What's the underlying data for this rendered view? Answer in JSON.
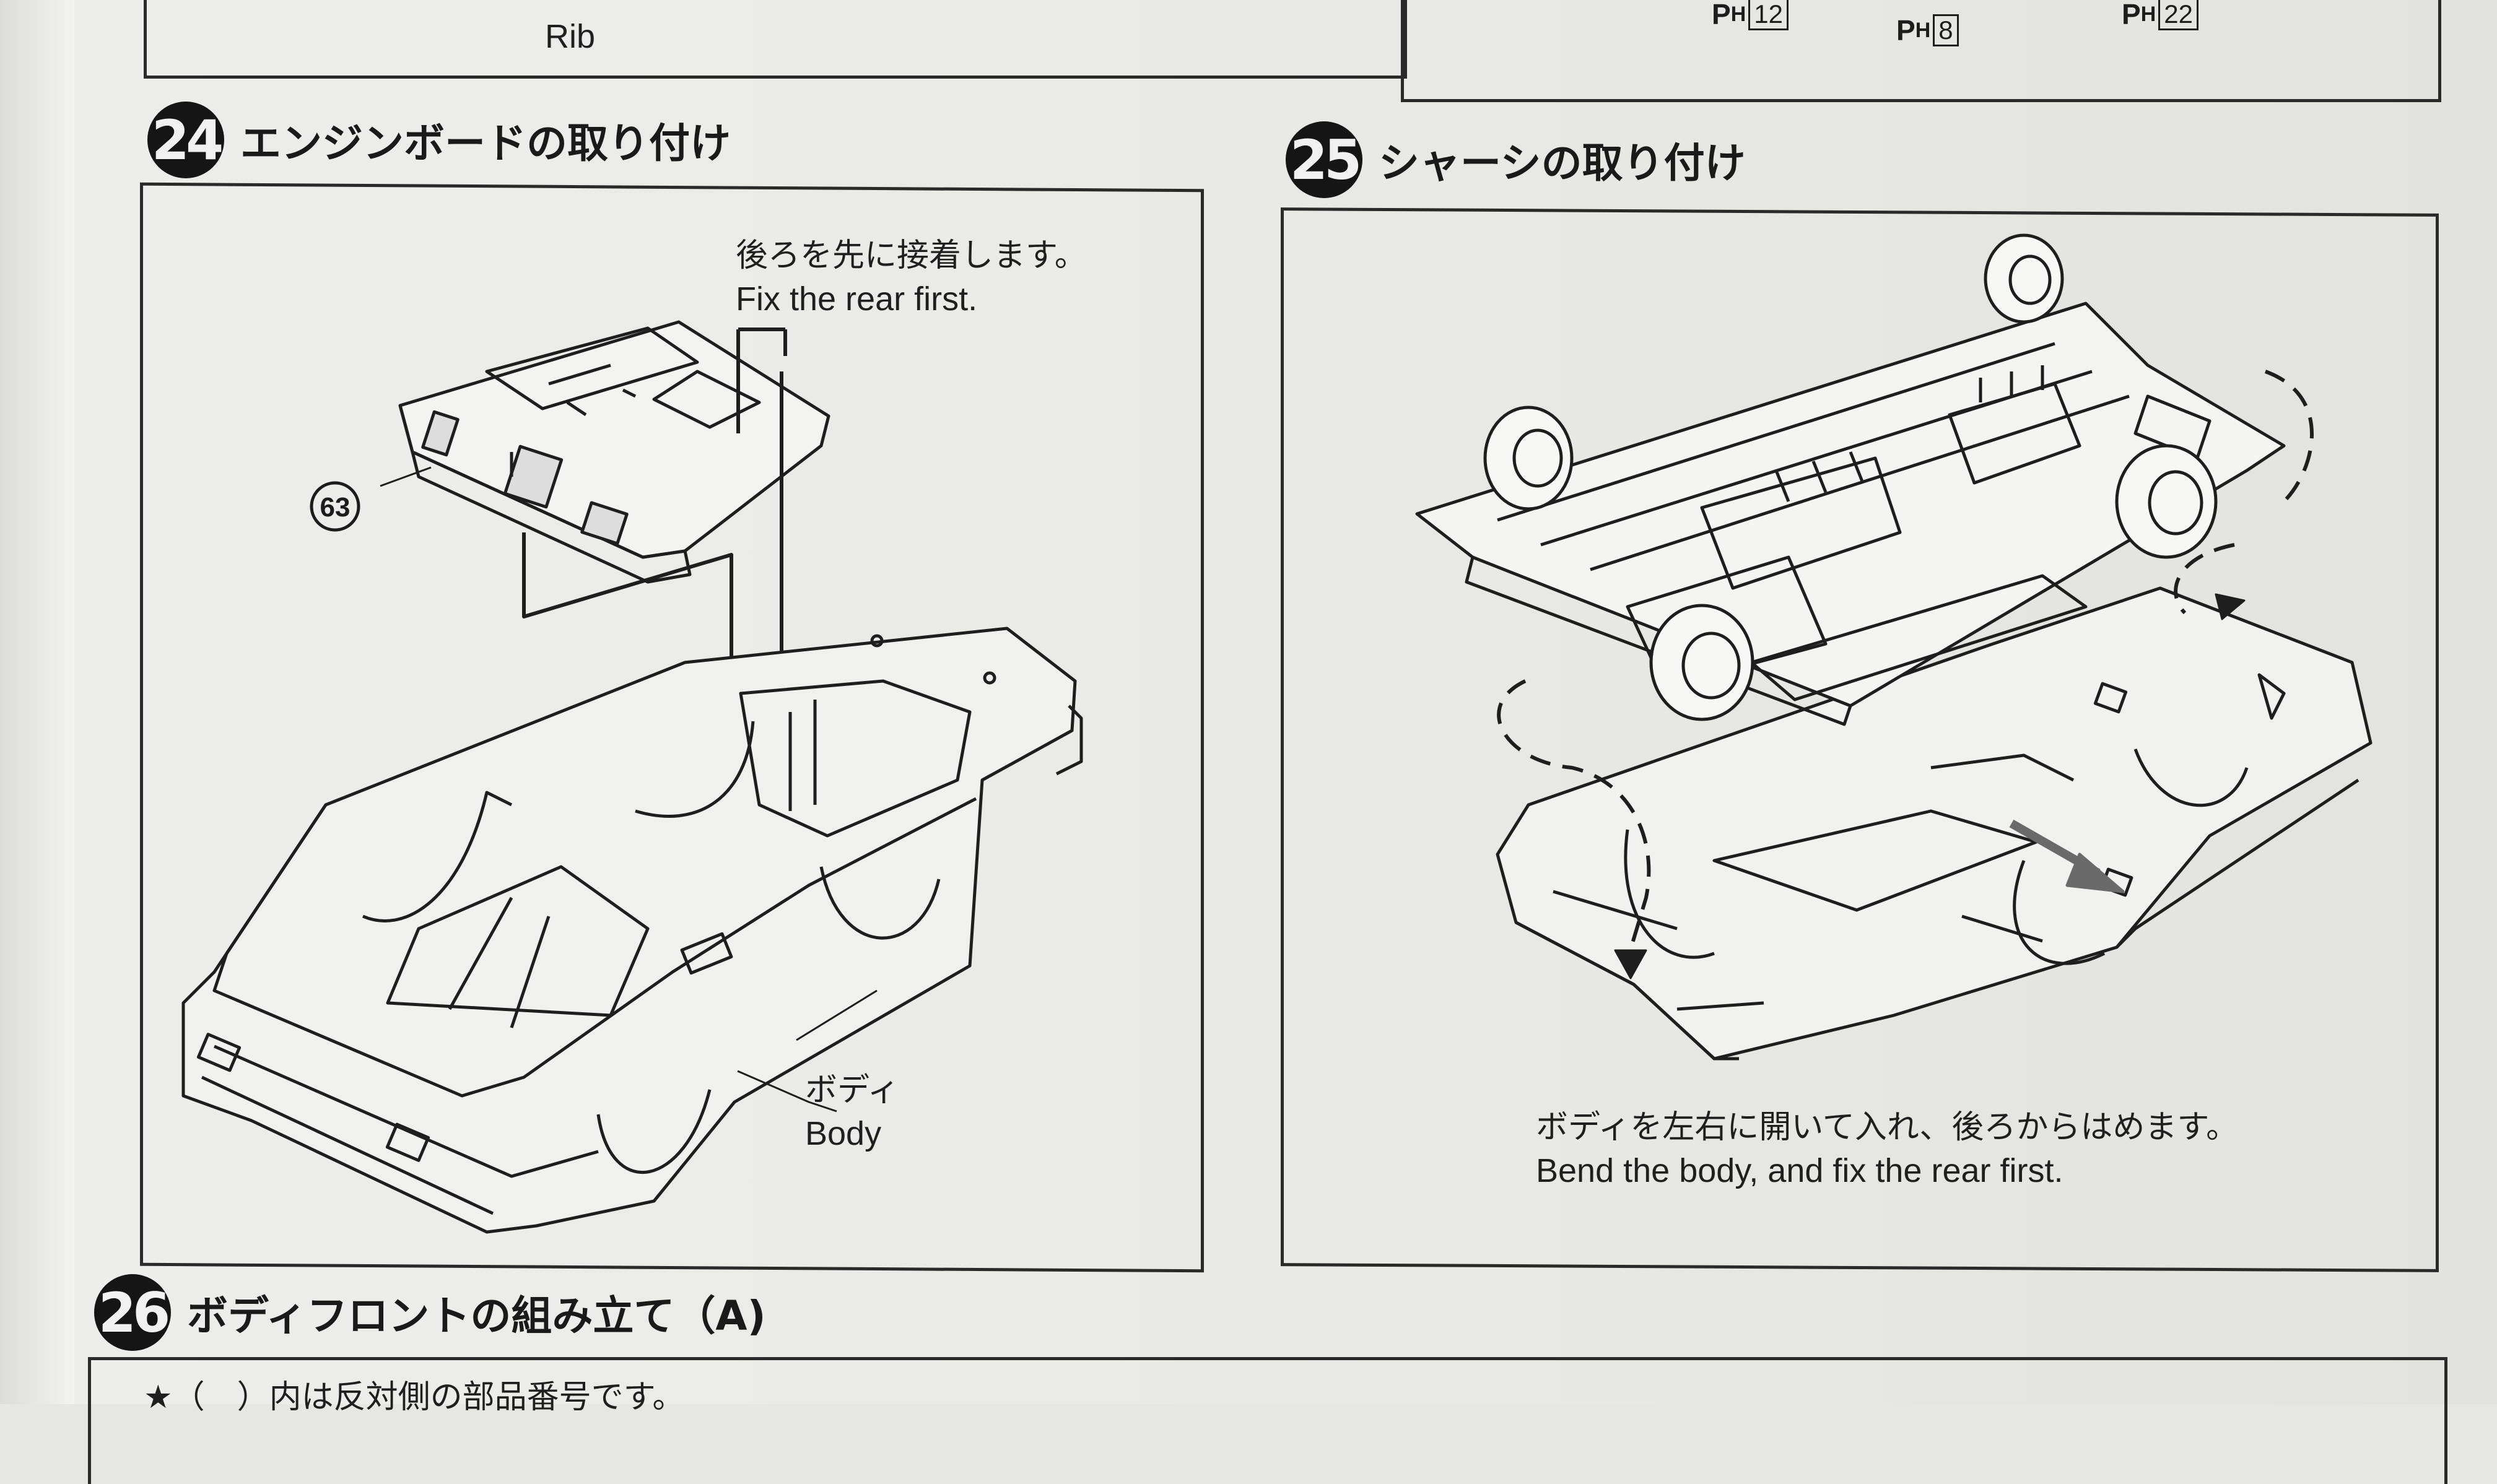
{
  "top_strip": {
    "rib_label": "Rib",
    "part_refs": [
      {
        "prefix": "P",
        "sub": "H",
        "num": "12"
      },
      {
        "prefix": "P",
        "sub": "H",
        "num": "8"
      },
      {
        "prefix": "P",
        "sub": "H",
        "num": "22"
      }
    ]
  },
  "step24": {
    "number": "24",
    "title": "エンジンボードの取り付け",
    "note_ja": "後ろを先に接着します。",
    "note_en": "Fix the rear first.",
    "part_number": "63",
    "body_label_ja": "ボディ",
    "body_label_en": "Body"
  },
  "step25": {
    "number": "25",
    "title": "シャーシの取り付け",
    "note_ja": "ボディを左右に開いて入れ、後ろからはめます。",
    "note_en": "Bend the body, and fix the rear first."
  },
  "step26": {
    "number": "26",
    "title": "ボディフロントの組み立て（A)",
    "note_ja": "★（　）内は反対側の部品番号です。"
  },
  "colors": {
    "ink": "#1c1c1c",
    "paper": "#e9e9e6"
  }
}
